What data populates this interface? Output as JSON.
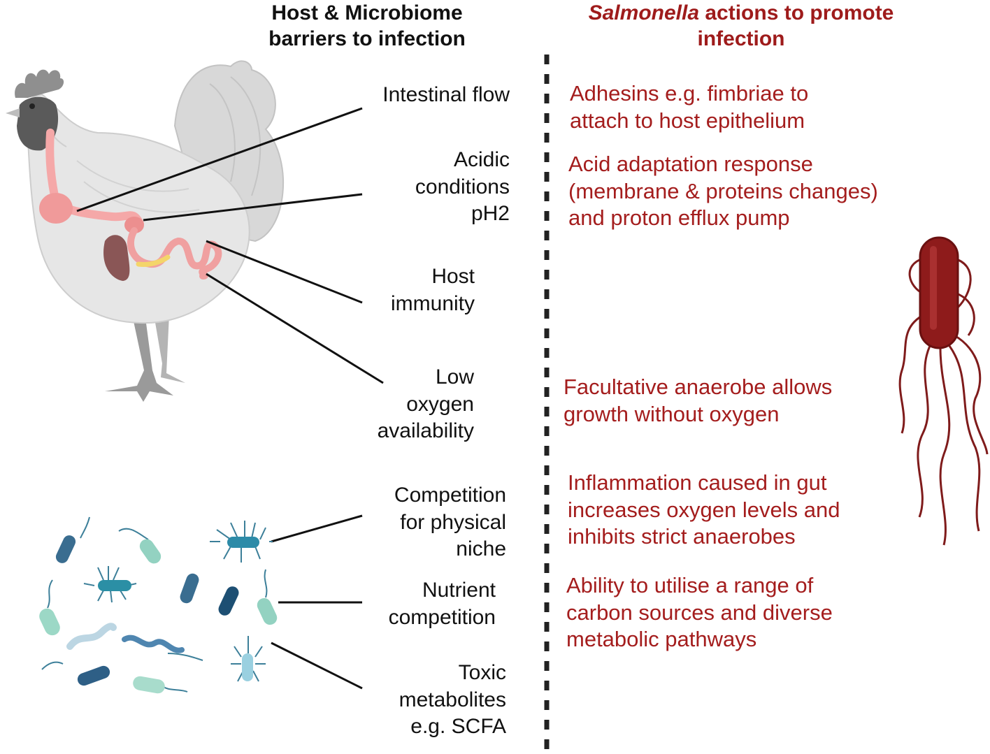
{
  "header": {
    "left": [
      "Host & Microbiome",
      "barriers to infection"
    ],
    "right_italic": "Salmonella",
    "right_rest": " actions to promote",
    "right_line2": "infection"
  },
  "barriers": [
    {
      "lines": [
        "Intestinal flow"
      ]
    },
    {
      "lines": [
        "Acidic",
        "conditions",
        "pH2"
      ]
    },
    {
      "lines": [
        "Host",
        "immunity"
      ]
    },
    {
      "lines": [
        "Low",
        "oxygen",
        "availability"
      ]
    },
    {
      "lines": [
        "Competition",
        "for physical",
        "niche"
      ]
    },
    {
      "lines": [
        "Nutrient",
        "competition"
      ]
    },
    {
      "lines": [
        "Toxic",
        "metabolites",
        "e.g. SCFA"
      ]
    }
  ],
  "actions": [
    {
      "lines": [
        "Adhesins e.g. fimbriae to",
        "attach to host epithelium"
      ]
    },
    {
      "lines": [
        "Acid adaptation response",
        "(membrane & proteins changes)",
        "and proton efflux pump"
      ]
    },
    {
      "lines": [
        "Facultative anaerobe allows",
        "growth without oxygen"
      ]
    },
    {
      "lines": [
        "Inflammation caused in gut",
        "increases oxygen levels and",
        "inhibits strict anaerobes"
      ]
    },
    {
      "lines": [
        "Ability to utilise a range of",
        "carbon sources and diverse",
        "metabolic pathways"
      ]
    }
  ],
  "icons": {
    "chicken": "chicken-icon",
    "bacterium": "salmonella-bacterium-icon",
    "microbiome": "microbiome-bacteria-icon"
  },
  "colors": {
    "action_text": "#a41d1d",
    "bacterium_body": "#8e1b1b",
    "gut": "#f09a9a"
  }
}
